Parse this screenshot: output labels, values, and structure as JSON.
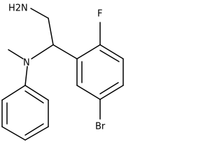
{
  "labels": {
    "amine": "H2N",
    "fluorine": "F",
    "nitrogen": "N",
    "bromine": "Br"
  }
}
